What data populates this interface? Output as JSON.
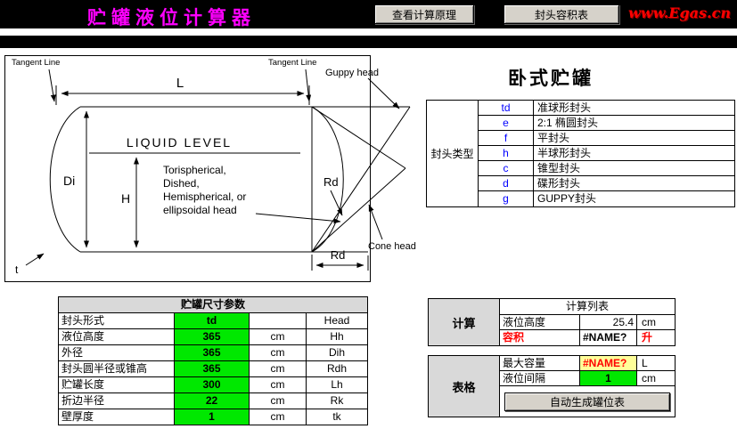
{
  "header": {
    "title": "贮罐液位计算器",
    "buttons": [
      {
        "label": "查看计算原理"
      },
      {
        "label": "封头容积表"
      }
    ],
    "logo": "www.Egas.cn"
  },
  "diagram": {
    "tangent_line_left": "Tangent Line",
    "tangent_line_right": "Tangent Line",
    "dim_L": "L",
    "dim_Di": "Di",
    "dim_H": "H",
    "dim_t": "t",
    "dim_Rd_side": "Rd",
    "dim_Rd_bottom": "Rd",
    "liquid_level": "LIQUID LEVEL",
    "head_note": [
      "Torispherical,",
      "Dished,",
      "Hemispherical, or",
      "ellipsoidal head"
    ],
    "guppy_head": "Guppy head",
    "cone_head": "Cone head"
  },
  "right_panel": {
    "title": "卧式贮罐",
    "head_type": {
      "label": "封头类型",
      "rows": [
        {
          "code": "td",
          "name": "准球形封头"
        },
        {
          "code": "e",
          "name": "2:1 椭圆封头"
        },
        {
          "code": "f",
          "name": "平封头"
        },
        {
          "code": "h",
          "name": "半球形封头"
        },
        {
          "code": "c",
          "name": "锥型封头"
        },
        {
          "code": "d",
          "name": "碟形封头"
        },
        {
          "code": "g",
          "name": "GUPPY封头"
        }
      ]
    }
  },
  "params": {
    "title": "贮罐尺寸参数",
    "rows": [
      {
        "label": "封头形式",
        "value": "td",
        "unit": "",
        "symbol": "Head"
      },
      {
        "label": "液位高度",
        "value": "365",
        "unit": "cm",
        "symbol": "Hh"
      },
      {
        "label": "外径",
        "value": "365",
        "unit": "cm",
        "symbol": "Dih"
      },
      {
        "label": "封头圆半径或锥高",
        "value": "365",
        "unit": "cm",
        "symbol": "Rdh"
      },
      {
        "label": "贮罐长度",
        "value": "300",
        "unit": "cm",
        "symbol": "Lh"
      },
      {
        "label": "折边半径",
        "value": "22",
        "unit": "cm",
        "symbol": "Rk"
      },
      {
        "label": "壁厚度",
        "value": "1",
        "unit": "cm",
        "symbol": "tk"
      }
    ]
  },
  "calc": {
    "label": "计算",
    "header": "计算列表",
    "rows": [
      {
        "label": "液位高度",
        "value": "25.4",
        "unit": "cm"
      },
      {
        "label": "容积",
        "value": "#NAME?",
        "unit": "升"
      }
    ]
  },
  "table_gen": {
    "label": "表格",
    "rows": [
      {
        "label": "最大容量",
        "value": "#NAME?",
        "unit": "L"
      },
      {
        "label": "液位间隔",
        "value": "1",
        "unit": "cm"
      }
    ],
    "button": "自动生成罐位表"
  },
  "colors": {
    "title_magenta": "#FF00FF",
    "logo_red": "#FF0000",
    "code_blue": "#0000FF",
    "accent_green": "#00E800",
    "accent_yellow": "#FFFF99",
    "error_red": "#FF0000"
  }
}
